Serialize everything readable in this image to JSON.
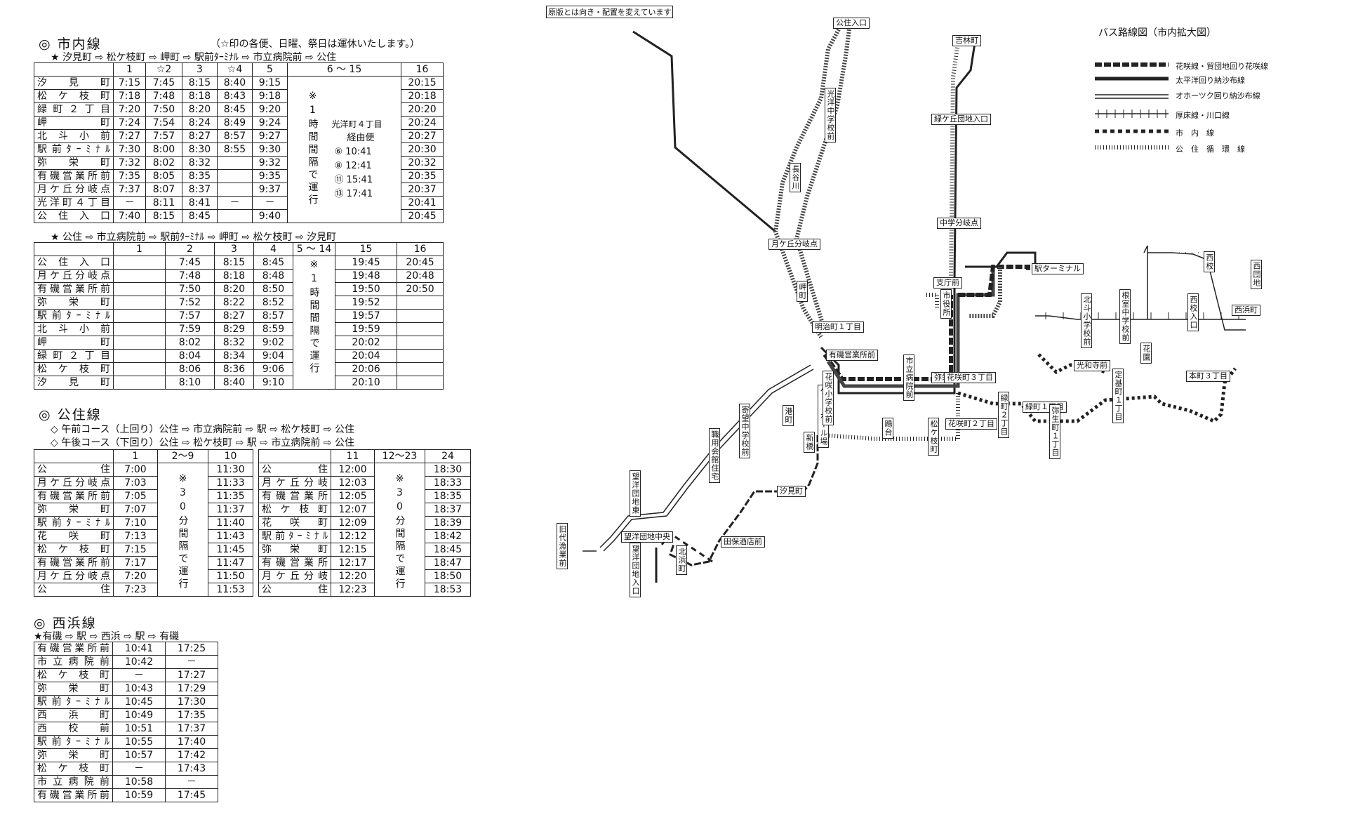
{
  "city_line": {
    "title": "◎ 市内線",
    "note": "（☆印の各便、日曜、祭日は運休いたします。）",
    "outbound": {
      "route": "★ 汐見町 ⇨ 松ケ枝町 ⇨ 岬町 ⇨ 駅前ﾀｰﾐﾅﾙ ⇨ 市立病院前 ⇨ 公住",
      "headers": [
        "",
        "1",
        "☆2",
        "3",
        "☆4",
        "5",
        "6 ～ 15",
        "16"
      ],
      "interval_text": "※ 1 時 間 間 隔 で 運 行",
      "via_title": "光洋町４丁目",
      "via_sub": "経由便",
      "via_trips": [
        "⑥ 10:41",
        "⑧ 12:41",
        "⑪ 15:41",
        "⑬ 17:41"
      ],
      "rows": [
        {
          "stop": "汐見町",
          "t": [
            "7:15",
            "7:45",
            "8:15",
            "8:40",
            "9:15",
            "20:15"
          ]
        },
        {
          "stop": "松ケ枝町",
          "t": [
            "7:18",
            "7:48",
            "8:18",
            "8:43",
            "9:18",
            "20:18"
          ]
        },
        {
          "stop": "緑町２丁目",
          "t": [
            "7:20",
            "7:50",
            "8:20",
            "8:45",
            "9:20",
            "20:20"
          ]
        },
        {
          "stop": "岬町",
          "t": [
            "7:24",
            "7:54",
            "8:24",
            "8:49",
            "9:24",
            "20:24"
          ]
        },
        {
          "stop": "北斗小前",
          "t": [
            "7:27",
            "7:57",
            "8:27",
            "8:57",
            "9:27",
            "20:27"
          ]
        },
        {
          "stop": "駅前ﾀｰﾐﾅﾙ",
          "t": [
            "7:30",
            "8:00",
            "8:30",
            "8:55",
            "9:30",
            "20:30"
          ]
        },
        {
          "stop": "弥栄町",
          "t": [
            "7:32",
            "8:02",
            "8:32",
            "",
            "9:32",
            "20:32"
          ]
        },
        {
          "stop": "有磯営業所前",
          "t": [
            "7:35",
            "8:05",
            "8:35",
            "",
            "9:35",
            "20:35"
          ]
        },
        {
          "stop": "月ケ丘分岐点",
          "t": [
            "7:37",
            "8:07",
            "8:37",
            "",
            "9:37",
            "20:37"
          ]
        },
        {
          "stop": "光洋町４丁目",
          "t": [
            "－",
            "8:11",
            "8:41",
            "－",
            "－",
            "20:41"
          ]
        },
        {
          "stop": "公住入口",
          "t": [
            "7:40",
            "8:15",
            "8:45",
            "",
            "9:40",
            "20:45"
          ]
        }
      ]
    },
    "inbound": {
      "route": "★ 公住 ⇨ 市立病院前 ⇨ 駅前ﾀｰﾐﾅﾙ ⇨ 岬町 ⇨ 松ケ枝町 ⇨ 汐見町",
      "headers": [
        "",
        "1",
        "2",
        "3",
        "4",
        "5 ～ 14",
        "15",
        "16"
      ],
      "interval_text": "※ 1 時 間 間 隔 で 運 行",
      "rows": [
        {
          "stop": "公住入口",
          "t": [
            "",
            "7:45",
            "8:15",
            "8:45",
            "19:45",
            "20:45"
          ]
        },
        {
          "stop": "月ケ丘分岐点",
          "t": [
            "",
            "7:48",
            "8:18",
            "8:48",
            "19:48",
            "20:48"
          ]
        },
        {
          "stop": "有磯営業所前",
          "t": [
            "",
            "7:50",
            "8:20",
            "8:50",
            "19:50",
            "20:50"
          ]
        },
        {
          "stop": "弥栄町",
          "t": [
            "",
            "7:52",
            "8:22",
            "8:52",
            "19:52",
            ""
          ]
        },
        {
          "stop": "駅前ﾀｰﾐﾅﾙ",
          "t": [
            "",
            "7:57",
            "8:27",
            "8:57",
            "19:57",
            ""
          ]
        },
        {
          "stop": "北斗小前",
          "t": [
            "",
            "7:59",
            "8:29",
            "8:59",
            "19:59",
            ""
          ]
        },
        {
          "stop": "岬町",
          "t": [
            "",
            "8:02",
            "8:32",
            "9:02",
            "20:02",
            ""
          ]
        },
        {
          "stop": "緑町２丁目",
          "t": [
            "",
            "8:04",
            "8:34",
            "9:04",
            "20:04",
            ""
          ]
        },
        {
          "stop": "松ケ枝町",
          "t": [
            "",
            "8:06",
            "8:36",
            "9:06",
            "20:06",
            ""
          ]
        },
        {
          "stop": "汐見町",
          "t": [
            "",
            "8:10",
            "8:40",
            "9:10",
            "20:10",
            ""
          ]
        }
      ]
    }
  },
  "kouju_line": {
    "title": "◎ 公住線",
    "am_course": "◇ 午前コース（上回り）公住 ⇨ 市立病院前 ⇨ 駅 ⇨ 松ケ枝町 ⇨ 公住",
    "pm_course": "◇ 午後コース（下回り）公住 ⇨ 松ケ枝町 ⇨ 駅 ⇨ 市立病院前 ⇨ 公住",
    "interval_text": "※ 30 分 間 隔 で 運 行",
    "am": {
      "headers": [
        "",
        "1",
        "2～9",
        "10"
      ],
      "rows": [
        {
          "stop": "公住",
          "t": [
            "7:00",
            "11:30"
          ]
        },
        {
          "stop": "月ケ丘分岐点",
          "t": [
            "7:03",
            "11:33"
          ]
        },
        {
          "stop": "有磯営業所前",
          "t": [
            "7:05",
            "11:35"
          ]
        },
        {
          "stop": "弥栄町",
          "t": [
            "7:07",
            "11:37"
          ]
        },
        {
          "stop": "駅前ﾀｰﾐﾅﾙ",
          "t": [
            "7:10",
            "11:40"
          ]
        },
        {
          "stop": "花咲町",
          "t": [
            "7:13",
            "11:43"
          ]
        },
        {
          "stop": "松ケ枝町",
          "t": [
            "7:15",
            "11:45"
          ]
        },
        {
          "stop": "有磯営業所前",
          "t": [
            "7:17",
            "11:47"
          ]
        },
        {
          "stop": "月ケ丘分岐点",
          "t": [
            "7:20",
            "11:50"
          ]
        },
        {
          "stop": "公住",
          "t": [
            "7:23",
            "11:53"
          ]
        }
      ]
    },
    "pm": {
      "headers": [
        "",
        "11",
        "12～23",
        "24"
      ],
      "rows": [
        {
          "stop": "公住",
          "t": [
            "12:00",
            "18:30"
          ]
        },
        {
          "stop": "月ケ丘分岐",
          "t": [
            "12:03",
            "18:33"
          ]
        },
        {
          "stop": "有磯営業所",
          "t": [
            "12:05",
            "18:35"
          ]
        },
        {
          "stop": "松ケ枝町",
          "t": [
            "12:07",
            "18:37"
          ]
        },
        {
          "stop": "花咲町",
          "t": [
            "12:09",
            "18:39"
          ]
        },
        {
          "stop": "駅前ﾀｰﾐﾅﾙ",
          "t": [
            "12:12",
            "18:42"
          ]
        },
        {
          "stop": "弥栄町",
          "t": [
            "12:15",
            "18:45"
          ]
        },
        {
          "stop": "有磯営業所",
          "t": [
            "12:17",
            "18:47"
          ]
        },
        {
          "stop": "月ケ丘分岐",
          "t": [
            "12:20",
            "18:50"
          ]
        },
        {
          "stop": "公住",
          "t": [
            "12:23",
            "18:53"
          ]
        }
      ]
    }
  },
  "nishihama_line": {
    "title": "◎ 西浜線",
    "route": "★有磯 ⇨ 駅 ⇨ 西浜 ⇨ 駅 ⇨ 有磯",
    "rows": [
      {
        "stop": "有磯営業所前",
        "t": [
          "10:41",
          "17:25"
        ]
      },
      {
        "stop": "市立病院前",
        "t": [
          "10:42",
          "－"
        ]
      },
      {
        "stop": "松ケ枝町",
        "t": [
          "－",
          "17:27"
        ]
      },
      {
        "stop": "弥栄町",
        "t": [
          "10:43",
          "17:29"
        ]
      },
      {
        "stop": "駅前ﾀｰﾐﾅﾙ",
        "t": [
          "10:45",
          "17:30"
        ]
      },
      {
        "stop": "西浜町",
        "t": [
          "10:49",
          "17:35"
        ]
      },
      {
        "stop": "西校前",
        "t": [
          "10:51",
          "17:37"
        ]
      },
      {
        "stop": "駅前ﾀｰﾐﾅﾙ",
        "t": [
          "10:55",
          "17:40"
        ]
      },
      {
        "stop": "弥栄町",
        "t": [
          "10:57",
          "17:42"
        ]
      },
      {
        "stop": "松ケ枝町",
        "t": [
          "－",
          "17:43"
        ]
      },
      {
        "stop": "市立病院前",
        "t": [
          "10:58",
          "－"
        ]
      },
      {
        "stop": "有磯営業所前",
        "t": [
          "10:59",
          "17:45"
        ]
      }
    ]
  },
  "map": {
    "note": "原版とは向き・配置を変えています",
    "legend_title": "バス路線図（市内拡大図）",
    "legend": [
      "花咲線・貿団地回り花咲線",
      "太平洋回り納沙布線",
      "オホーツク回り納沙布線",
      "厚床線・川口線",
      "市　内　線",
      "公　住　循　環　線"
    ],
    "stops_vertical": [
      "公住入口",
      "光洋中学校前",
      "緑ケ丘団地入口",
      "中学分岐点",
      "長谷川",
      "月ケ丘分岐点",
      "岬町",
      "明治町１丁目",
      "有磯営業所前",
      "ゲートボール場",
      "花咲小学校前",
      "市立病院前",
      "寄望中学校前",
      "職用会館住宅",
      "望洋団地東",
      "汐見町",
      "望洋団地中央",
      "望洋団地入口",
      "北浜町",
      "旧代漁業前",
      "鴎台",
      "緑町２丁目",
      "松ケ枝町",
      "弥栄町１丁目",
      "市役所",
      "支庁前",
      "駅ターミナル",
      "北斗小学校前",
      "根室中学校前",
      "西校入口",
      "西校",
      "西団地",
      "西浜町",
      "光和寺前",
      "花園",
      "緑町１丁目",
      "弥生町１丁目",
      "定基町１丁目",
      "本町３丁目",
      "花咲町３丁目",
      "花咲町２丁目",
      "田保酒店前",
      "吉林町",
      "新橋",
      "港町"
    ],
    "colors": {
      "line": "#222222"
    }
  }
}
